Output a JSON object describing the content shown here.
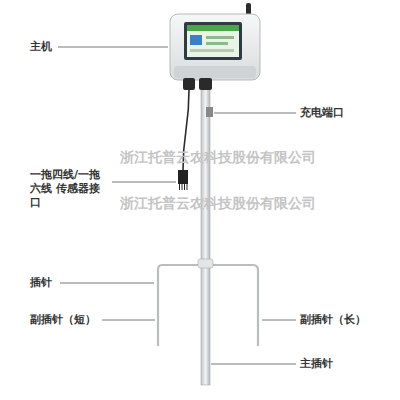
{
  "diagram": {
    "labels": [
      "主机",
      "充电端口",
      "一拖四线/一拖六线 传感器接口",
      "插针",
      "副插针（短）",
      "副插针（长）",
      "主插针",
      "浙江托普云农科技股份有限公司",
      "浙江托普云农科技股份有限公司"
    ]
  }
}
